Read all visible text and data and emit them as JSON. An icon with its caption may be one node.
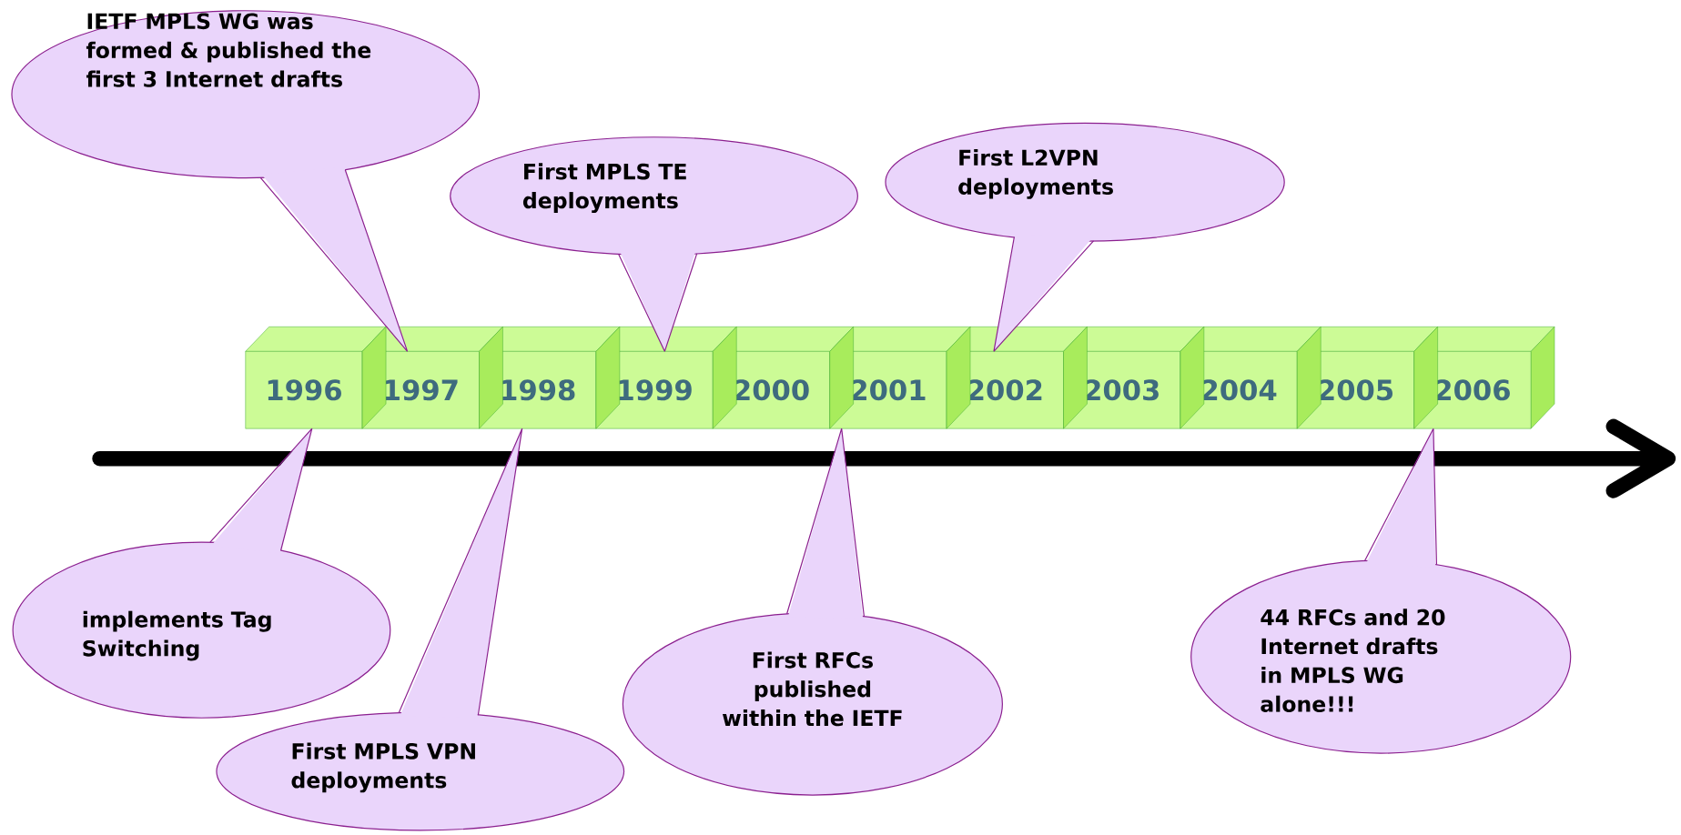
{
  "diagram": {
    "nodes": [
      {
        "text": [
          "IETF MPLS WG was formed & published the first 3 Internet drafts"
        ]
      },
      {
        "text": [
          "First MPLS TE deployments"
        ]
      },
      {
        "text": [
          "First L2VPN deployments"
        ]
      },
      {
        "text": [
          "1996"
        ]
      },
      {
        "text": [
          "1997"
        ]
      },
      {
        "text": [
          "1998"
        ]
      },
      {
        "text": [
          "1999"
        ]
      },
      {
        "text": [
          "2000"
        ]
      },
      {
        "text": [
          "2001"
        ]
      },
      {
        "text": [
          "2002"
        ]
      },
      {
        "text": [
          "2003"
        ]
      },
      {
        "text": [
          "2004"
        ]
      },
      {
        "text": [
          "2005"
        ]
      },
      {
        "text": [
          "2006"
        ]
      },
      {
        "text": [
          "implements Tag Switching"
        ]
      },
      {
        "text": [
          "First MPLS VPN deployments"
        ]
      },
      {
        "text": [
          "First RFCs published within the IETF"
        ]
      },
      {
        "text": [
          "44 RFCs and 20 Internet drafts in MPLS WG alone!!!"
        ]
      }
    ],
    "edges": [
      {
        "from": 0,
        "to": 4,
        "arrow": "none"
      },
      {
        "from": 1,
        "to": 6,
        "arrow": "none"
      },
      {
        "from": 2,
        "to": 9,
        "arrow": "none"
      },
      {
        "from": 14,
        "to": 3,
        "arrow": "none"
      },
      {
        "from": 15,
        "to": 5,
        "arrow": "none"
      },
      {
        "from": 16,
        "to": 8,
        "arrow": "none"
      },
      {
        "from": 17,
        "to": 13,
        "arrow": "none"
      }
    ]
  }
}
